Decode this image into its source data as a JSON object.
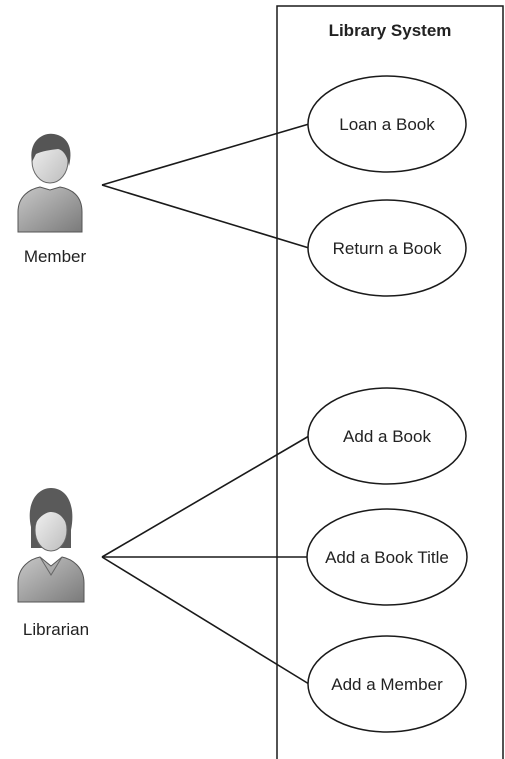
{
  "system": {
    "title": "Library System"
  },
  "actors": [
    {
      "name": "Member",
      "icon": "male-user-icon"
    },
    {
      "name": "Librarian",
      "icon": "female-user-icon"
    }
  ],
  "use_cases": [
    {
      "label": "Loan a Book",
      "actor": "Member"
    },
    {
      "label": "Return a Book",
      "actor": "Member"
    },
    {
      "label": "Add a Book",
      "actor": "Librarian"
    },
    {
      "label": "Add a Book Title",
      "actor": "Librarian"
    },
    {
      "label": "Add a Member",
      "actor": "Librarian"
    }
  ],
  "colors": {
    "line": "#1a1a1a",
    "actor_body": "#9a9a9a",
    "actor_hair": "#555555",
    "actor_face": "#d9d9d9"
  }
}
